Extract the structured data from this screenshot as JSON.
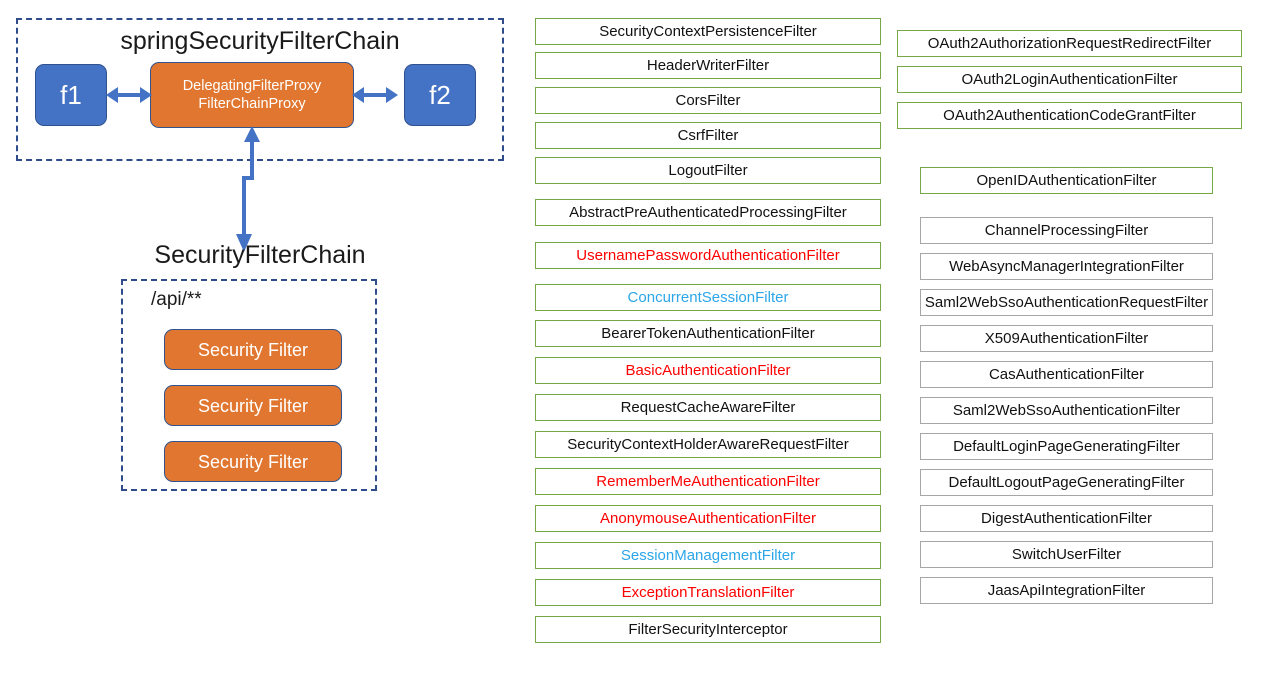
{
  "colors": {
    "blue_node": "#4472C4",
    "orange_node": "#E0762F",
    "dashed_border": "#2E4C8C",
    "green_border": "#76A945",
    "gray_border": "#A6A6A6",
    "text_red": "#FF0000",
    "text_blue": "#2BA6E8",
    "text_black": "#111111"
  },
  "left_panel": {
    "outer_title": "springSecurityFilterChain",
    "node_f1": "f1",
    "node_f2": "f2",
    "proxy_line1": "DelegatingFilterProxy",
    "proxy_line2": "FilterChainProxy",
    "inner_title": "SecurityFilterChain",
    "api_pattern": "/api/**",
    "security_filters": [
      "Security Filter",
      "Security Filter",
      "Security Filter"
    ]
  },
  "middle_column": [
    {
      "label": "SecurityContextPersistenceFilter",
      "border": "green",
      "color": "black",
      "gap_after": 7
    },
    {
      "label": "HeaderWriterFilter",
      "border": "green",
      "color": "black",
      "gap_after": 8
    },
    {
      "label": "CorsFilter",
      "border": "green",
      "color": "black",
      "gap_after": 8
    },
    {
      "label": "CsrfFilter",
      "border": "green",
      "color": "black",
      "gap_after": 8
    },
    {
      "label": "LogoutFilter",
      "border": "green",
      "color": "black",
      "gap_after": 15
    },
    {
      "label": "AbstractPreAuthenticatedProcessingFilter",
      "border": "green",
      "color": "black",
      "gap_after": 16
    },
    {
      "label": "UsernamePasswordAuthenticationFilter",
      "border": "green",
      "color": "red",
      "gap_after": 15
    },
    {
      "label": "ConcurrentSessionFilter",
      "border": "green",
      "color": "blue",
      "gap_after": 9
    },
    {
      "label": "BearerTokenAuthenticationFilter",
      "border": "green",
      "color": "black",
      "gap_after": 10
    },
    {
      "label": "BasicAuthenticationFilter",
      "border": "green",
      "color": "red",
      "gap_after": 10
    },
    {
      "label": "RequestCacheAwareFilter",
      "border": "green",
      "color": "black",
      "gap_after": 10
    },
    {
      "label": "SecurityContextHolderAwareRequestFilter",
      "border": "green",
      "color": "black",
      "gap_after": 10
    },
    {
      "label": "RememberMeAuthenticationFilter",
      "border": "green",
      "color": "red",
      "gap_after": 10
    },
    {
      "label": "AnonymouseAuthenticationFilter",
      "border": "green",
      "color": "red",
      "gap_after": 10
    },
    {
      "label": "SessionManagementFilter",
      "border": "green",
      "color": "blue",
      "gap_after": 10
    },
    {
      "label": "ExceptionTranslationFilter",
      "border": "green",
      "color": "red",
      "gap_after": 10
    },
    {
      "label": "FilterSecurityInterceptor",
      "border": "green",
      "color": "black",
      "gap_after": 0
    }
  ],
  "right_column_oauth": [
    {
      "label": "OAuth2AuthorizationRequestRedirectFilter",
      "border": "green",
      "color": "black",
      "gap_after": 9
    },
    {
      "label": "OAuth2LoginAuthenticationFilter",
      "border": "green",
      "color": "black",
      "gap_after": 9
    },
    {
      "label": "OAuth2AuthenticationCodeGrantFilter",
      "border": "green",
      "color": "black",
      "gap_after": 0
    }
  ],
  "right_column_rest": [
    {
      "label": "OpenIDAuthenticationFilter",
      "border": "green",
      "color": "black",
      "gap_after": 23
    },
    {
      "label": "ChannelProcessingFilter",
      "border": "gray",
      "color": "black",
      "gap_after": 9
    },
    {
      "label": "WebAsyncManagerIntegrationFilter",
      "border": "gray",
      "color": "black",
      "gap_after": 9
    },
    {
      "label": "Saml2WebSsoAuthenticationRequestFilter",
      "border": "gray",
      "color": "black",
      "gap_after": 9
    },
    {
      "label": "X509AuthenticationFilter",
      "border": "gray",
      "color": "black",
      "gap_after": 9
    },
    {
      "label": "CasAuthenticationFilter",
      "border": "gray",
      "color": "black",
      "gap_after": 9
    },
    {
      "label": "Saml2WebSsoAuthenticationFilter",
      "border": "gray",
      "color": "black",
      "gap_after": 9
    },
    {
      "label": "DefaultLoginPageGeneratingFilter",
      "border": "gray",
      "color": "black",
      "gap_after": 9
    },
    {
      "label": "DefaultLogoutPageGeneratingFilter",
      "border": "gray",
      "color": "black",
      "gap_after": 9
    },
    {
      "label": "DigestAuthenticationFilter",
      "border": "gray",
      "color": "black",
      "gap_after": 9
    },
    {
      "label": "SwitchUserFilter",
      "border": "gray",
      "color": "black",
      "gap_after": 9
    },
    {
      "label": "JaasApiIntegrationFilter",
      "border": "gray",
      "color": "black",
      "gap_after": 0
    }
  ]
}
